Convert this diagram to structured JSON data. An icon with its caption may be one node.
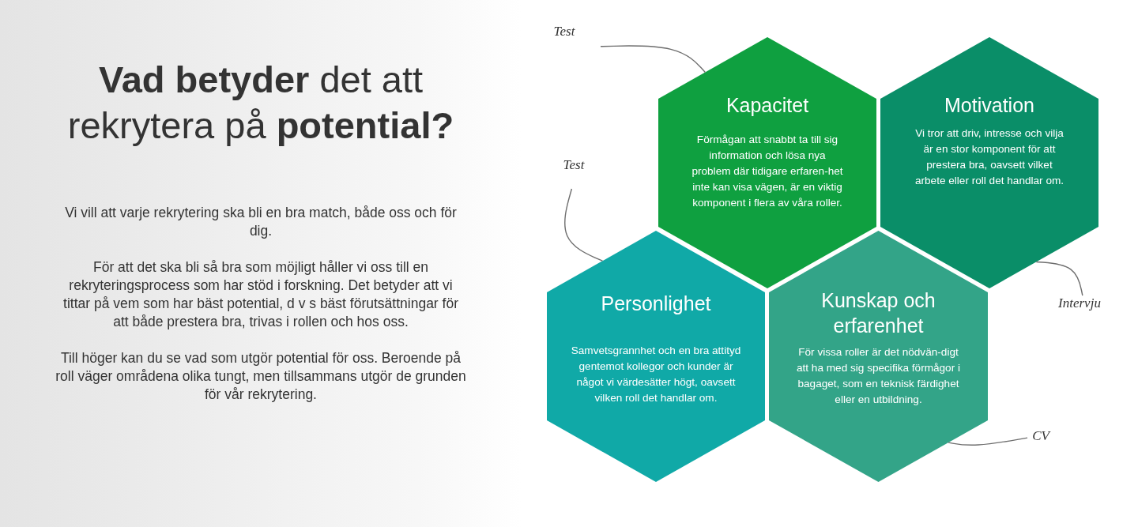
{
  "diagram": {
    "title": "**Vad betyder** det att rekrytera på **potential?**",
    "nodes": [
      {
        "text": [
          "Kapacitet",
          "Förmågan att snabbt ta till sig information och lösa nya problem där tidigare erfaren-het inte kan visa vägen, är en viktig komponent i flera av våra roller."
        ]
      },
      {
        "text": [
          "Motivation",
          "Vi tror att driv, intresse och vilja är en stor komponent för att prestera bra, oavsett vilket arbete eller roll det handlar om."
        ]
      },
      {
        "text": [
          "Personlighet",
          "Samvetsgrannhet och en bra attityd gentemot kollegor och kunder är något vi värdesätter högt, oavsett vilken roll det handlar om."
        ]
      },
      {
        "text": [
          "Kunskap och erfarenhet",
          "För vissa roller är det nödvän-digt att ha med sig specifika förmågor i bagaget, som en teknisk färdighet eller en utbildning."
        ]
      },
      {
        "text": [
          "Test"
        ]
      },
      {
        "text": [
          "Test"
        ]
      },
      {
        "text": [
          "Intervju"
        ]
      },
      {
        "text": [
          "CV"
        ]
      }
    ],
    "edges": [
      {
        "from": 4,
        "to": 0,
        "arrow": "none"
      },
      {
        "from": 5,
        "to": 2,
        "arrow": "none"
      },
      {
        "from": 6,
        "to": 1,
        "arrow": "none"
      },
      {
        "from": 7,
        "to": 3,
        "arrow": "none"
      }
    ],
    "labels": [
      "Vi vill att varje rekrytering ska bli en bra match, både oss och för dig.",
      "För att det ska bli så bra som möjligt håller vi oss till en rekryteringsprocess som har stöd i forskning. Det betyder att vi tittar på vem som har bäst potential, d v s bäst förutsättningar för att både prestera bra, trivas i rollen och hos oss.",
      "Till höger kan du se vad som utgör potential för oss. Beroende på roll väger områdena olika tungt, men tillsammans utgör de grunden för vår rekrytering."
    ]
  }
}
